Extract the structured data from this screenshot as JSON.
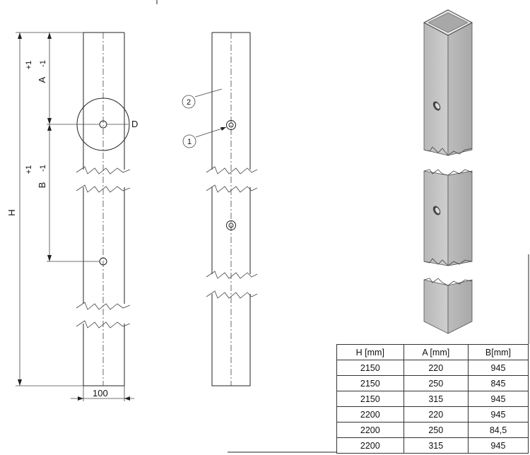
{
  "labels": {
    "height": "H",
    "width": "100",
    "diameter": "D",
    "dim_a": "A",
    "dim_b": "B",
    "tol_plus": "+1",
    "tol_minus": "-1",
    "callout_1": "1",
    "callout_2": "2"
  },
  "table": {
    "headers": [
      "H [mm]",
      "A [mm]",
      "B[mm]"
    ],
    "rows": [
      [
        "2150",
        "220",
        "945"
      ],
      [
        "2150",
        "250",
        "845"
      ],
      [
        "2150",
        "315",
        "945"
      ],
      [
        "2200",
        "220",
        "945"
      ],
      [
        "2200",
        "250",
        "84,5"
      ],
      [
        "2200",
        "315",
        "945"
      ]
    ]
  }
}
